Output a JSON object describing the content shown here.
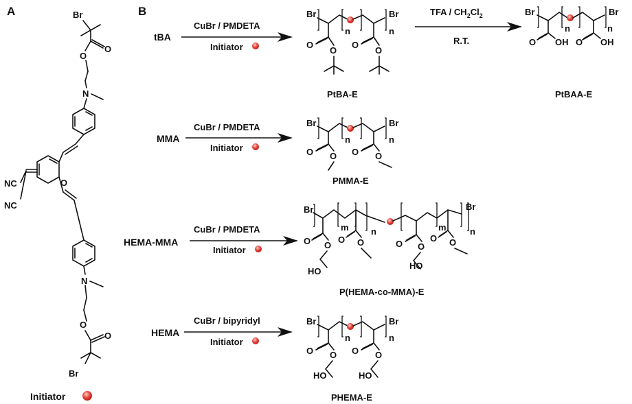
{
  "panels": {
    "a": "A",
    "b": "B"
  },
  "initiator": {
    "legend": "Initiator",
    "br": "Br",
    "o": "O",
    "n": "N",
    "nc": "NC",
    "dot_color": "#e8453c"
  },
  "reactions": [
    {
      "monomer": "tBA",
      "catalyst": "CuBr / PMDETA",
      "initiator": "Initiator",
      "product": "PtBA-E"
    },
    {
      "monomer": "MMA",
      "catalyst": "CuBr / PMDETA",
      "initiator": "Initiator",
      "product": "PMMA-E"
    },
    {
      "monomer": "HEMA-MMA",
      "catalyst": "CuBr / PMDETA",
      "initiator": "Initiator",
      "product": "P(HEMA-co-MMA)-E"
    },
    {
      "monomer": "HEMA",
      "catalyst": "CuBr / bipyridyl",
      "initiator": "Initiator",
      "product": "PHEMA-E"
    }
  ],
  "deprotection": {
    "reagent_main": "TFA / CH",
    "reagent_sub1": "2",
    "reagent_mid": "Cl",
    "reagent_sub2": "2",
    "temp": "R.T.",
    "product": "PtBAA-E"
  },
  "atoms": {
    "br": "Br",
    "o": "O",
    "oh": "OH",
    "ho": "HO",
    "n": "n",
    "m": "m"
  }
}
